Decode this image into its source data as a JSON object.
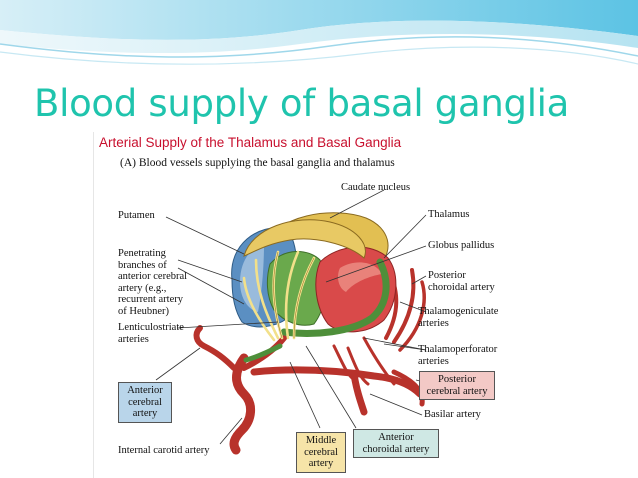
{
  "slide": {
    "title": "Blood supply of basal ganglia"
  },
  "figure": {
    "title": "Arterial Supply of the Thalamus and Basal Ganglia",
    "subtitle": "(A)  Blood vessels supplying the basal ganglia and thalamus",
    "labels": {
      "caudate_nucleus": "Caudate nucleus",
      "putamen": "Putamen",
      "thalamus": "Thalamus",
      "globus_pallidus": "Globus pallidus",
      "penetrating_branches": "Penetrating\nbranches of\nanterior cerebral\nartery (e.g.,\nrecurrent artery\nof Heubner)",
      "posterior_choroidal": "Posterior\nchoroidal artery",
      "thalamogeniculate": "Thalamogeniculate\narteries",
      "lenticulostriate": "Lenticulostriate\narteries",
      "thalamoperforator": "Thalamoperforator\narteries",
      "basilar": "Basilar artery",
      "internal_carotid": "Internal carotid artery"
    },
    "boxes": {
      "anterior_cerebral": "Anterior\ncerebral\nartery",
      "posterior_cerebral": "Posterior\ncerebral artery",
      "middle_cerebral": "Middle\ncerebral\nartery",
      "anterior_choroidal": "Anterior\nchoroidal artery"
    },
    "colors": {
      "caudate": "#e2bf52",
      "putamen": "#5b8fc2",
      "thalamus": "#d94a4a",
      "globus_pallidus": "#6aa94c",
      "artery": "#b8322b",
      "title": "#c8102e"
    }
  }
}
